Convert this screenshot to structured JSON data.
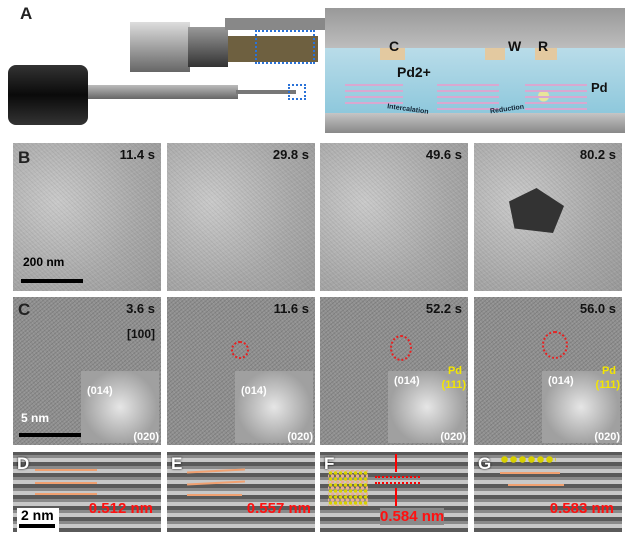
{
  "panel_labels": {
    "a": "A",
    "b": "B",
    "c": "C",
    "d": "D",
    "e": "E",
    "f": "F",
    "g": "G"
  },
  "schematic": {
    "c": "C",
    "w": "W",
    "r": "R",
    "pd_ion": "Pd2+",
    "pd": "Pd",
    "intercalation": "Intercalation",
    "reduction": "Reduction"
  },
  "row_b": {
    "times": [
      "11.4 s",
      "29.8 s",
      "49.6 s",
      "80.2 s"
    ],
    "scale_bar": "200 nm"
  },
  "row_c": {
    "times": [
      "3.6 s",
      "11.6 s",
      "52.2 s",
      "56.0 s"
    ],
    "zone_axis": "[100]",
    "idx_014": "(014)",
    "idx_020": "(020)",
    "pd": "Pd",
    "pd_111": "(111)",
    "scale_bar": "5 nm"
  },
  "row_dg": {
    "distances": [
      "0.512 nm",
      "0.557 nm",
      "0.584 nm",
      "0.583 nm"
    ],
    "scale_bar": "2 nm"
  }
}
